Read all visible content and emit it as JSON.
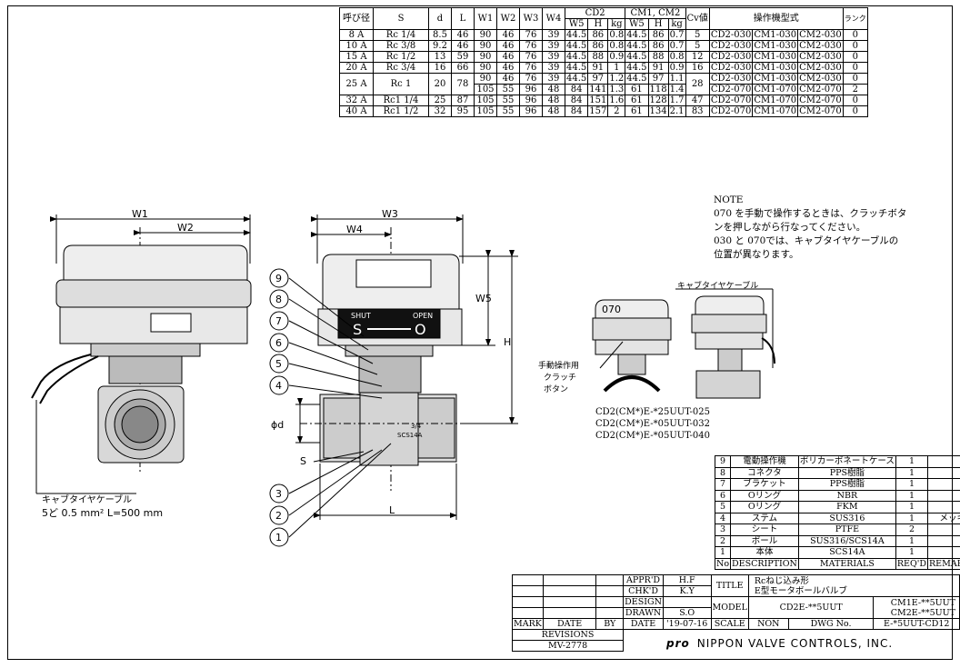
{
  "spec_table": {
    "headers": [
      "呼び径",
      "S",
      "d",
      "L",
      "W1",
      "W2",
      "W3",
      "W4",
      "CD2",
      "CM1, CM2",
      "Cv値",
      "操作機型式",
      "ランク"
    ],
    "sub_headers": [
      "W5",
      "H",
      "kg",
      "W5",
      "H",
      "kg"
    ],
    "rows": [
      [
        "8 A",
        "Rc 1/4",
        "8.5",
        "46",
        "90",
        "46",
        "76",
        "39",
        "44.5",
        "86",
        "0.8",
        "44.5",
        "86",
        "0.7",
        "5",
        "CD2-030",
        "CM1-030",
        "CM2-030",
        "0"
      ],
      [
        "10 A",
        "Rc 3/8",
        "9.2",
        "46",
        "90",
        "46",
        "76",
        "39",
        "44.5",
        "86",
        "0.8",
        "44.5",
        "86",
        "0.7",
        "5",
        "CD2-030",
        "CM1-030",
        "CM2-030",
        "0"
      ],
      [
        "15 A",
        "Rc 1/2",
        "13",
        "59",
        "90",
        "46",
        "76",
        "39",
        "44.5",
        "88",
        "0.9",
        "44.5",
        "88",
        "0.8",
        "12",
        "CD2-030",
        "CM1-030",
        "CM2-030",
        "0"
      ],
      [
        "20 A",
        "Rc 3/4",
        "16",
        "66",
        "90",
        "46",
        "76",
        "39",
        "44.5",
        "91",
        "1",
        "44.5",
        "91",
        "0.9",
        "16",
        "CD2-030",
        "CM1-030",
        "CM2-030",
        "0"
      ]
    ],
    "row25": {
      "size": "25 A",
      "s": "Rc 1",
      "d": "20",
      "l": "78",
      "cv": "28",
      "a": [
        "90",
        "46",
        "76",
        "39",
        "44.5",
        "97",
        "1.2",
        "44.5",
        "97",
        "1.1",
        "CD2-030",
        "CM1-030",
        "CM2-030",
        "0"
      ],
      "b": [
        "105",
        "55",
        "96",
        "48",
        "84",
        "141",
        "1.3",
        "61",
        "118",
        "1.4",
        "CD2-070",
        "CM1-070",
        "CM2-070",
        "2"
      ]
    },
    "rows_tail": [
      [
        "32 A",
        "Rc1 1/4",
        "25",
        "87",
        "105",
        "55",
        "96",
        "48",
        "84",
        "151",
        "1.6",
        "61",
        "128",
        "1.7",
        "47",
        "CD2-070",
        "CM1-070",
        "CM2-070",
        "0"
      ],
      [
        "40 A",
        "Rc1 1/2",
        "32",
        "95",
        "105",
        "55",
        "96",
        "48",
        "84",
        "157",
        "2",
        "61",
        "134",
        "2.1",
        "83",
        "CD2-070",
        "CM1-070",
        "CM2-070",
        "0"
      ]
    ]
  },
  "note": {
    "title": "NOTE",
    "lines": [
      "070 を手動で操作するときは、クラッチボタ",
      "ンを押しながら行なってください。",
      "030 と 070では、キャブタイヤケーブルの",
      "位置が異なります。"
    ]
  },
  "drawing": {
    "dims": {
      "w1": "W1",
      "w2": "W2",
      "w3": "W3",
      "w4": "W4",
      "w5": "W5",
      "h": "H",
      "l": "L",
      "d": "ϕd",
      "s": "S"
    },
    "balloons": [
      "9",
      "8",
      "7",
      "6",
      "5",
      "4",
      "3",
      "2",
      "1"
    ],
    "shut": "SHUT",
    "open": "OPEN",
    "s_mark": "S",
    "o_mark": "O",
    "body_mark_size": "3/4",
    "body_mark_mat": "SCS14A",
    "cable_label": "キャブタイヤケーブル",
    "cable_spec": "5ど  0.5 mm² L=500 mm",
    "model_070": "070",
    "clutch_label": [
      "手動操作用",
      "クラッチ",
      "ボタン"
    ],
    "cable_label_right": "キャブタイヤケーブル",
    "models": [
      "CD2(CM*)E-*25UUT-025",
      "CD2(CM*)E-*05UUT-032",
      "CD2(CM*)E-*05UUT-040"
    ]
  },
  "parts_table": {
    "rows": [
      [
        "9",
        "電動操作機",
        "ポリカーボネートケース",
        "1",
        ""
      ],
      [
        "8",
        "コネクタ",
        "PPS樹脂",
        "1",
        ""
      ],
      [
        "7",
        "ブラケット",
        "PPS樹脂",
        "1",
        ""
      ],
      [
        "6",
        "Oリング",
        "NBR",
        "1",
        ""
      ],
      [
        "5",
        "Oリング",
        "FKM",
        "1",
        ""
      ],
      [
        "4",
        "ステム",
        "SUS316",
        "1",
        "メッキ"
      ],
      [
        "3",
        "シート",
        "PTFE",
        "2",
        ""
      ],
      [
        "2",
        "ボール",
        "SUS316/SCS14A",
        "1",
        ""
      ],
      [
        "1",
        "本体",
        "SCS14A",
        "1",
        ""
      ]
    ],
    "header": [
      "No",
      "DESCRIPTION",
      "MATERIALS",
      "REQ'D",
      "REMARKS"
    ]
  },
  "title_block": {
    "appr_label": "APPR'D",
    "appr": "H.F",
    "chkd_label": "CHK'D",
    "chkd": "K.Y",
    "design_label": "DESIGN",
    "design": "",
    "drawn_label": "DRAWN",
    "drawn": "S.O",
    "title_label": "TITLE",
    "title_l1": "Rcねじ込み形",
    "title_l2": "E型モータボールバルブ",
    "model_label": "MODEL",
    "model_main": "CD2E-**5UUT",
    "model_b1": "CM1E-**5UUT",
    "model_b2": "CM2E-**5UUT",
    "mark": "MARK",
    "date_h": "DATE",
    "by": "BY",
    "date_label": "DATE",
    "date": "'19-07-16",
    "scale_label": "SCALE",
    "scale": "NON",
    "dwg_label": "DWG No.",
    "dwg": "E-*5UUT-CD12",
    "revisions": "REVISIONS",
    "rev_no": "MV-2778",
    "logo_mark": "pro",
    "company": "NIPPON  VALVE  CONTROLS, INC."
  }
}
